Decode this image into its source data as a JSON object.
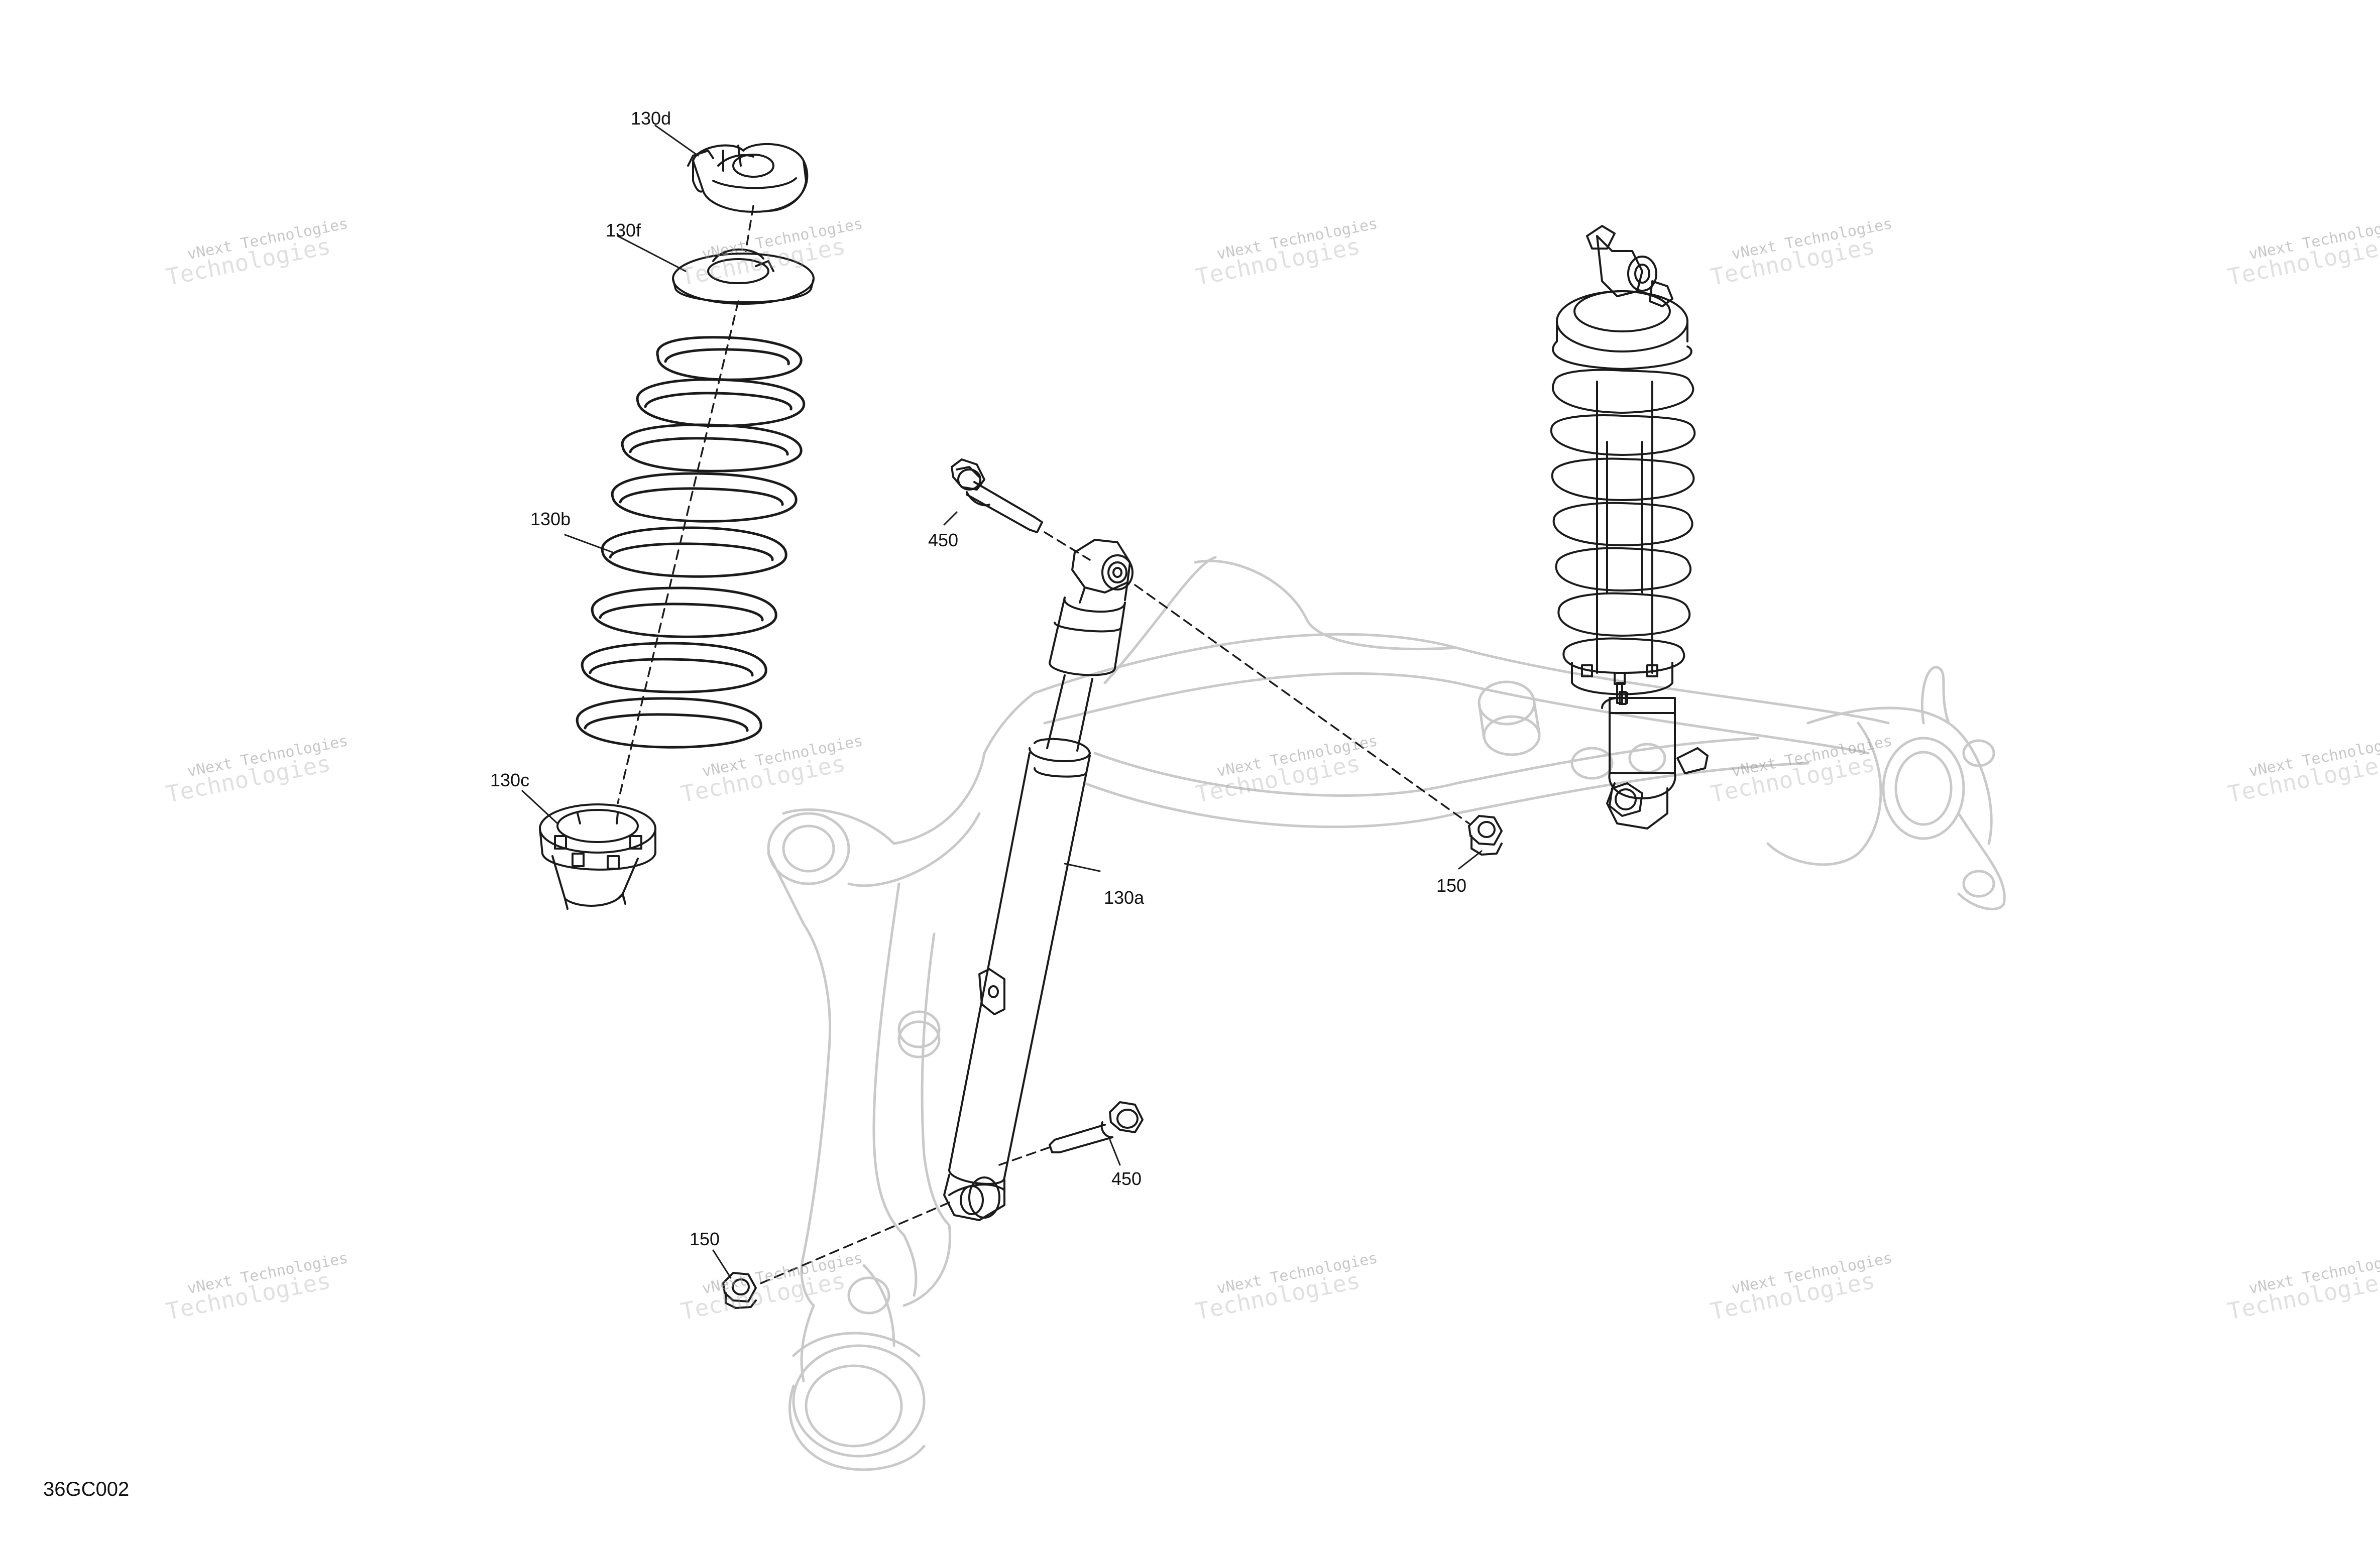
{
  "figure_id": "36GC002",
  "callouts": {
    "c130d": "130d",
    "c130f": "130f",
    "c130b": "130b",
    "c130c": "130c",
    "c130a": "130a",
    "c450_top": "450",
    "c450_bottom": "450",
    "c150_right": "150",
    "c150_left": "150"
  },
  "watermark": {
    "line1": "vNext Technologies",
    "line2": "Technologies"
  },
  "colors": {
    "line": "#1a1a1a",
    "ghost_line": "#c9c9c9",
    "watermark": "#9a9a9a"
  }
}
